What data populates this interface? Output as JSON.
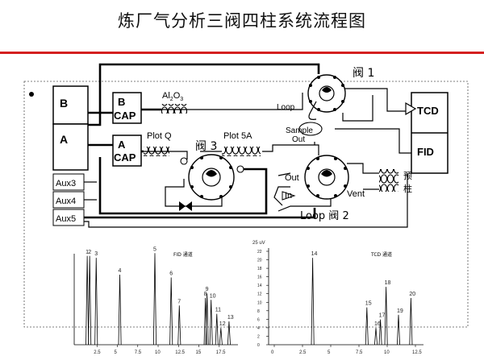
{
  "title": "炼厂气分析三阀四柱系统流程图",
  "sources": {
    "b": "B",
    "a": "A",
    "aux3": "Aux3",
    "aux4": "Aux4",
    "aux5": "Aux5"
  },
  "caps": {
    "b_cap_line1": "B",
    "b_cap_line2": "CAP",
    "a_cap_line1": "A",
    "a_cap_line2": "CAP"
  },
  "columns": {
    "al2o3": "Al",
    "al2o3_sub2": "2",
    "al2o3_o": "O",
    "al2o3_sub3": "3",
    "plot_q": "Plot Q",
    "plot_5a": "Plot 5A",
    "precolumn": "预柱"
  },
  "valves": {
    "valve1": "阀 1",
    "valve2": "Loop 阀 2",
    "valve3": "阀 3"
  },
  "valve1_labels": {
    "loop": "Loop",
    "sample_out": "Sample",
    "sample_out2": "Out"
  },
  "valve2_labels": {
    "out": "Out",
    "in": "In",
    "vent": "Vent"
  },
  "detectors": {
    "tcd": "TCD",
    "fid": "FID"
  },
  "fid_chrom": {
    "header": "FID 通道",
    "x_ticks": [
      "2.5",
      "5",
      "7.5",
      "10",
      "12.5",
      "15",
      "17.5"
    ],
    "peak_nums": [
      "1",
      "2",
      "3",
      "4",
      "5",
      "6",
      "7",
      "8",
      "9",
      "10",
      "11",
      "12",
      "13"
    ],
    "peaks": [
      {
        "label": "1",
        "rt": 1.3,
        "h": 0.95
      },
      {
        "label": "2",
        "rt": 1.6,
        "h": 0.95
      },
      {
        "label": "3",
        "rt": 2.4,
        "h": 0.93
      },
      {
        "label": "4",
        "rt": 5.3,
        "h": 0.75
      },
      {
        "label": "5",
        "rt": 9.6,
        "h": 0.98
      },
      {
        "label": "6",
        "rt": 11.6,
        "h": 0.72
      },
      {
        "label": "7",
        "rt": 12.6,
        "h": 0.42
      },
      {
        "label": "8",
        "rt": 15.8,
        "h": 0.5
      },
      {
        "label": "9",
        "rt": 16.0,
        "h": 0.55
      },
      {
        "label": "10",
        "rt": 16.5,
        "h": 0.48
      },
      {
        "label": "11",
        "rt": 17.2,
        "h": 0.33
      },
      {
        "label": "12",
        "rt": 17.7,
        "h": 0.18
      },
      {
        "label": "13",
        "rt": 18.7,
        "h": 0.25
      }
    ]
  },
  "tcd_chrom": {
    "header": "TCD 通道",
    "y_label": "25 uV",
    "y_ticks": [
      "22",
      "20",
      "18",
      "16",
      "14",
      "12",
      "10",
      "8",
      "6",
      "4",
      "2",
      "0"
    ],
    "x_ticks": [
      "0",
      "2.5",
      "5",
      "7.5",
      "10",
      "12.5"
    ],
    "peak_nums": [
      "14",
      "15",
      "16",
      "17",
      "18",
      "19",
      "20"
    ],
    "peaks": [
      {
        "label": "14",
        "rt": 3.4,
        "h": 0.93
      },
      {
        "label": "15",
        "rt": 8.2,
        "h": 0.4
      },
      {
        "label": "16",
        "rt": 9.0,
        "h": 0.18
      },
      {
        "label": "17",
        "rt": 9.4,
        "h": 0.27
      },
      {
        "label": "18",
        "rt": 9.9,
        "h": 0.62
      },
      {
        "label": "19",
        "rt": 11.0,
        "h": 0.32
      },
      {
        "label": "20",
        "rt": 12.1,
        "h": 0.5
      }
    ]
  }
}
